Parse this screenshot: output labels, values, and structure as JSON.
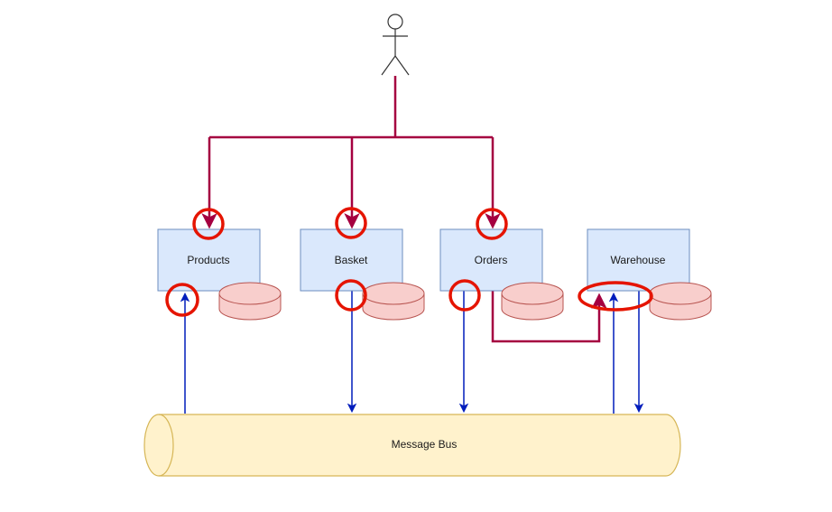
{
  "diagram": {
    "services": [
      {
        "id": "products",
        "label": "Products"
      },
      {
        "id": "basket",
        "label": "Basket"
      },
      {
        "id": "orders",
        "label": "Orders"
      },
      {
        "id": "warehouse",
        "label": "Warehouse"
      }
    ],
    "bus": {
      "label": "Message Bus"
    },
    "colors": {
      "service_fill": "#dae8fc",
      "service_stroke": "#6c8ebf",
      "db_fill": "#f8cecc",
      "db_stroke": "#b85450",
      "bus_fill": "#fff2cc",
      "bus_stroke": "#d6b656",
      "user_link": "#a50040",
      "event_link": "#001dbc",
      "highlight": "#e51400",
      "actor_stroke": "#333333"
    }
  }
}
